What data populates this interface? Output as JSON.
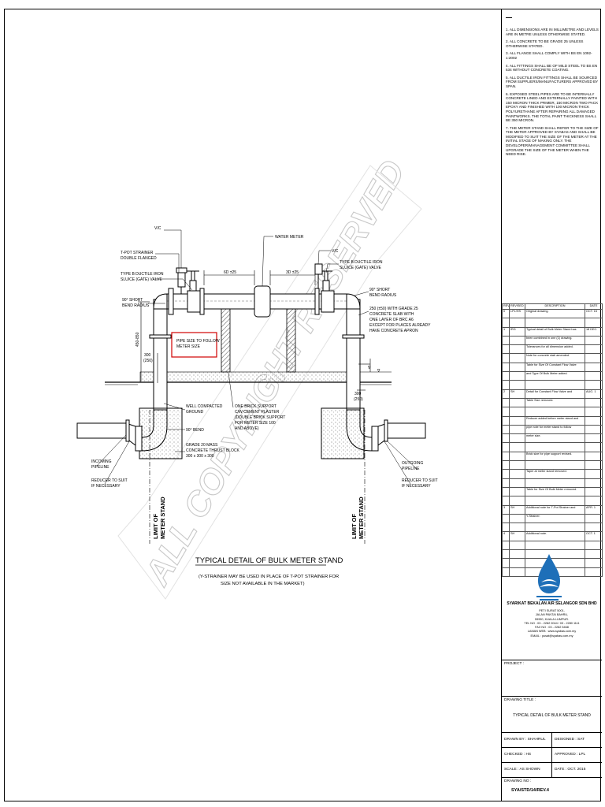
{
  "title": "TYPICAL DETAIL OF BULK METER STAND",
  "subtitle_lines": [
    "(Y-STRAINER MAY BE USED IN PLACE OF T-POT STRAINER FOR",
    "SIZE NOT AVAILABLE IN THE MARKET)"
  ],
  "watermark": "ALL COPYRIGHT RESERVED",
  "labels": {
    "vac_left": "V/C",
    "vac_right": "V/C",
    "water_meter": "WATER METER",
    "t_pot_1": "T-POT STRAINER",
    "t_pot_2": "DOUBLE FLANGED",
    "valve_l1": "TYPE B DUCTILE IRON",
    "valve_l2": "SLUICE (GATE) VALVE",
    "valve_r1": "TYPE B DUCTILE IRON",
    "valve_r2": "SLUICE (GATE) VALVE",
    "bend_l1": "90° SHORT",
    "bend_l2": "BEND RADIUS",
    "bend_r1": "90° SHORT",
    "bend_r2": "BEND RADIUS",
    "dim_left": "6D ±25",
    "dim_right": "3D ±25",
    "pipe_note_1": "PIPE SIZE TO FOLLOW",
    "pipe_note_2": "METER SIZE",
    "slab_1": "250 (±50) WITH GRADE 25",
    "slab_2": "CONCRETE SLAB WITH",
    "slab_3": "ONE LAYER OF BRC A6",
    "slab_4": "EXCEPT FOR PLACES ALREADY",
    "slab_5": "HAVE CONCRETE APRON",
    "height_dim": "450-850",
    "left_300": "300",
    "left_250": "(250)",
    "right_300": "300",
    "right_250": "(250)",
    "compact_1": "WELL COMPACTED",
    "compact_2": "GROUND",
    "brick_1": "ONE BRICK SUPPORT",
    "brick_2": "C/W CEMENT PLASTER",
    "brick_3": "(DOUBLE BRICK SUPPORT",
    "brick_4": "FOR METER SIZE 100",
    "brick_5": "AND ABOVE)",
    "bend90": "90° BEND",
    "thrust_1": "GRADE 20 MASS",
    "thrust_2": "CONCRETE THRUST BLOCK",
    "thrust_3": "300 x 300 x 300",
    "incoming_1": "INCOMING",
    "incoming_2": "PIPELINE",
    "outgoing_1": "OUTGOING",
    "outgoing_2": "PIPELINE",
    "reducer_l1": "REDUCER TO SUIT",
    "reducer_l2": "IF NECESSARY",
    "reducer_r1": "REDUCER TO SUIT",
    "reducer_r2": "IF NECESSARY",
    "limit_1": "LIMIT OF",
    "limit_2": "METER STAND"
  },
  "notes": [
    "1. ALL DIMENSIONS ARE IN MILLIMETRE AND LEVELS ARE IN METRE UNLESS OTHERWISE STATED.",
    "2. ALL CONCRETE TO BE GRADE 25 UNLESS OTHERWISE STATED.",
    "3. ALL FLANGE SHALL COMPLY WITH BS EN 1092-1:2002",
    "4. ALL FITTINGS SHALL BE OF MILD STEEL TO BS EN 534 WITHOUT CONCRETE COATING.",
    "5. ALL DUCTILE IRON FITTINGS SHALL BE SOURCED FROM SUPPLIERS/MANUFACTURERS APPROVED BY SPAN.",
    "6. EXPOSED STEEL PIPES ARE TO BE INTERNALLY CONCRETE LINED AND EXTERNALLY PAINTED WITH 150 MICRON THICK PRIMER, 150 MICRON TWO PACK EPOXY AND FINISHED WITH 100 MICRON THICK POLYURETHANE AFTER REPAIRING ALL DAMAGED PAINTWORKS. THE TOTAL PAINT THICKNESS SHALL BE 350 MICRON.",
    "7. THE METER STAND SHALL REFER TO THE SIZE OF THE METER APPROVED BY SYABAS AND SHALL BE MODIFIED TO SUIT THE SIZE OF THE METER AT THE INITIAL STAGE OF MAKING ONLY. THE DEVELOPER/MANAGEMENT COMMITTEE SHALL UPGRADE THE SIZE OF THE METER WHEN THE NEED RISE."
  ],
  "revision": {
    "headers": [
      "REV",
      "REVISED BY",
      "DESCRIPTION",
      "DATE"
    ],
    "rows": [
      [
        "0",
        "LPL/HS",
        "Original drawing.",
        "OCT. 15"
      ],
      [
        "",
        "",
        "",
        ""
      ],
      [
        "1",
        "IRG",
        "Typical detail of Bulk Meter Stand has",
        "18 DEC."
      ],
      [
        "",
        "",
        "been combined in one (1) drawing.",
        ""
      ],
      [
        "",
        "",
        "Tolerances for all dimension added.",
        ""
      ],
      [
        "",
        "",
        "Note for concrete slab amended.",
        ""
      ],
      [
        "",
        "",
        "Table for Size Of Constant Flow Valve",
        ""
      ],
      [
        "",
        "",
        "and Type Of Bulk Meter added.",
        ""
      ],
      [
        "",
        "",
        "",
        ""
      ],
      [
        "2",
        "SH",
        "Detail for Constant Flow Valve and",
        "AUG. 1"
      ],
      [
        "",
        "",
        "Table Size removed.",
        ""
      ],
      [
        "",
        "",
        "",
        ""
      ],
      [
        "",
        "",
        "Reducer added before meter stand and",
        ""
      ],
      [
        "",
        "",
        "pipe note for meter stand to follow",
        ""
      ],
      [
        "",
        "",
        "meter size.",
        ""
      ],
      [
        "",
        "",
        "",
        ""
      ],
      [
        "",
        "",
        "Brick size for pipe support revised.",
        ""
      ],
      [
        "",
        "",
        "",
        ""
      ],
      [
        "",
        "",
        "Taper at meter stand removed.",
        ""
      ],
      [
        "",
        "",
        "",
        ""
      ],
      [
        "",
        "",
        "Table for Size Of Bulk Meter removed.",
        ""
      ],
      [
        "",
        "",
        "",
        ""
      ],
      [
        "3",
        "SH",
        "Additional note for T-Pot Strainer and",
        "APR. 1"
      ],
      [
        "",
        "",
        "Y-Strainer.",
        ""
      ],
      [
        "",
        "",
        "",
        ""
      ],
      [
        "4",
        "SH",
        "Additional note.",
        "OCT. 1"
      ],
      [
        "",
        "",
        "",
        ""
      ],
      [
        "",
        "",
        "",
        ""
      ],
      [
        "",
        "",
        "",
        ""
      ],
      [
        "",
        "",
        "",
        ""
      ]
    ]
  },
  "company": {
    "name": "SYARIKAT BEKALAN AIR SELANGOR SDN BHD",
    "address": [
      "PETI SURAT 5001,",
      "JALAN PANTAI BAHRU,",
      "59990, KUALA LUMPUR.",
      "TEL NO : 03 - 2282 0044 / 03 - 2280 1111",
      "FAX NO : 03 - 2282 5468",
      "LAMAN WEB : www.syabas.com.my",
      "EMAIL : pusat@syabas.com.my"
    ]
  },
  "titleblock": {
    "project_label": "PROJECT :",
    "drawing_title_label": "DRAWING TITLE :",
    "drawing_title": "TYPICAL DETAIL OF BULK METER STAND",
    "drawn_by": "DRAWN BY : SHAHRUL",
    "designed": "DESIGNED : SAT",
    "checked": "CHECKED : HS",
    "approved": "APPROVED : LPL",
    "scale": "SCALE : AS SHOWN",
    "date": "DATE : OCT. 2015",
    "drawing_no_label": "DRAWING NO :",
    "drawing_no": "SYA/STD/14/REV.4"
  }
}
